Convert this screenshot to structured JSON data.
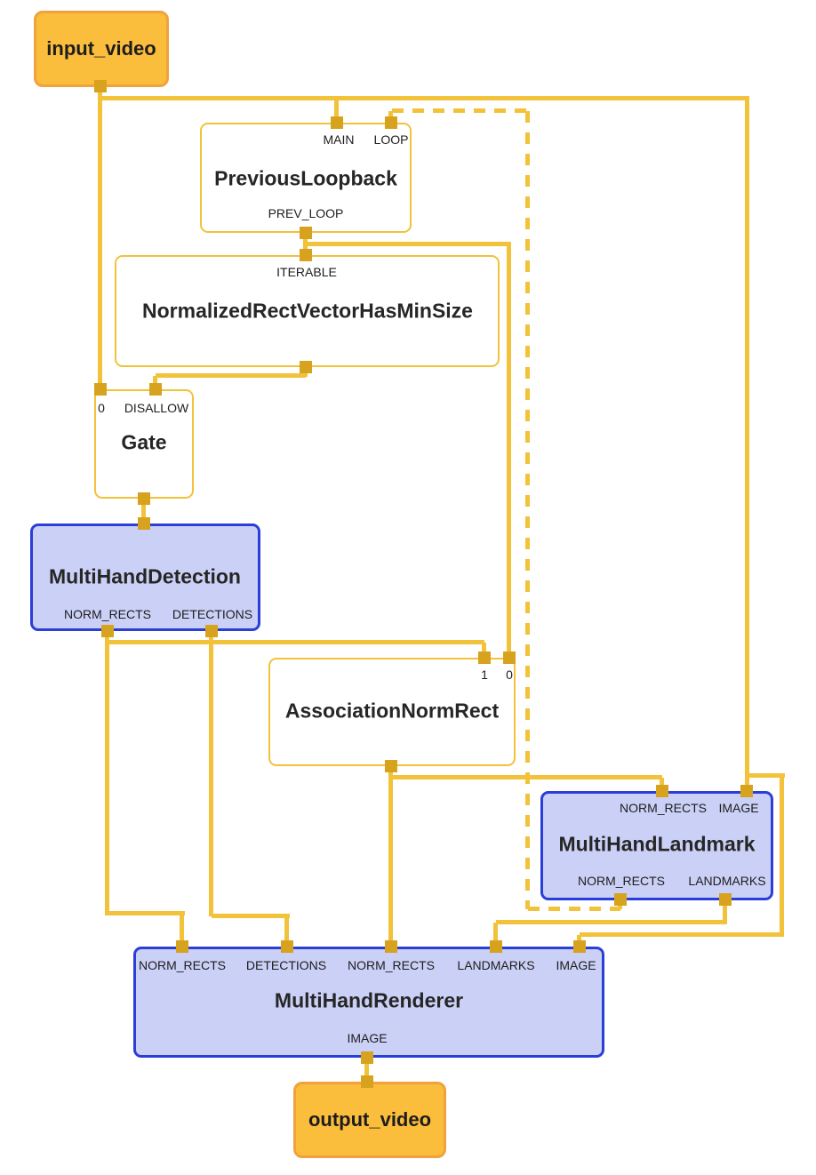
{
  "graph": {
    "terminals": {
      "input_video": {
        "label": "input_video"
      },
      "output_video": {
        "label": "output_video"
      }
    },
    "nodes": {
      "previous_loopback": {
        "title": "PreviousLoopback",
        "port_main": "MAIN",
        "port_loop": "LOOP",
        "port_prev_loop": "PREV_LOOP"
      },
      "normalized_rect_vector_has_min_size": {
        "title": "NormalizedRectVectorHasMinSize",
        "port_iterable": "ITERABLE"
      },
      "gate": {
        "title": "Gate",
        "port_0": "0",
        "port_disallow": "DISALLOW"
      },
      "multi_hand_detection": {
        "title": "MultiHandDetection",
        "port_norm_rects": "NORM_RECTS",
        "port_detections": "DETECTIONS"
      },
      "association_norm_rect": {
        "title": "AssociationNormRect",
        "port_1": "1",
        "port_0": "0"
      },
      "multi_hand_landmark": {
        "title": "MultiHandLandmark",
        "port_norm_rects_in": "NORM_RECTS",
        "port_image_in": "IMAGE",
        "port_norm_rects_out": "NORM_RECTS",
        "port_landmarks_out": "LANDMARKS"
      },
      "multi_hand_renderer": {
        "title": "MultiHandRenderer",
        "port_norm_rects_1": "NORM_RECTS",
        "port_detections": "DETECTIONS",
        "port_norm_rects_2": "NORM_RECTS",
        "port_landmarks": "LANDMARKS",
        "port_image_in": "IMAGE",
        "port_image_out": "IMAGE"
      }
    },
    "colors": {
      "edge": "#F2C23B",
      "port": "#D7A21E",
      "terminal_fill": "#FBBD3C",
      "terminal_border": "#F0A23C",
      "calculator_border": "#F2C23B",
      "subgraph_fill": "#CBD0F6",
      "subgraph_border": "#2A3ED8",
      "text": "#262626"
    },
    "edges": [
      {
        "from": "input_video",
        "to": "PreviousLoopback.MAIN",
        "style": "solid"
      },
      {
        "from": "input_video",
        "to": "Gate.0",
        "style": "solid"
      },
      {
        "from": "input_video",
        "to": "MultiHandLandmark.IMAGE",
        "style": "solid"
      },
      {
        "from": "input_video",
        "to": "MultiHandRenderer.IMAGE",
        "style": "solid"
      },
      {
        "from": "PreviousLoopback.PREV_LOOP",
        "to": "NormalizedRectVectorHasMinSize.ITERABLE",
        "style": "solid"
      },
      {
        "from": "PreviousLoopback.PREV_LOOP",
        "to": "AssociationNormRect.0",
        "style": "solid"
      },
      {
        "from": "NormalizedRectVectorHasMinSize",
        "to": "Gate.DISALLOW",
        "style": "solid"
      },
      {
        "from": "Gate",
        "to": "MultiHandDetection",
        "style": "solid"
      },
      {
        "from": "MultiHandDetection.NORM_RECTS",
        "to": "AssociationNormRect.1",
        "style": "solid"
      },
      {
        "from": "MultiHandDetection.NORM_RECTS",
        "to": "MultiHandRenderer.NORM_RECTS",
        "style": "solid"
      },
      {
        "from": "MultiHandDetection.DETECTIONS",
        "to": "MultiHandRenderer.DETECTIONS",
        "style": "solid"
      },
      {
        "from": "AssociationNormRect",
        "to": "MultiHandLandmark.NORM_RECTS",
        "style": "solid"
      },
      {
        "from": "AssociationNormRect",
        "to": "MultiHandRenderer.NORM_RECTS",
        "style": "solid"
      },
      {
        "from": "MultiHandLandmark.LANDMARKS",
        "to": "MultiHandRenderer.LANDMARKS",
        "style": "solid"
      },
      {
        "from": "MultiHandLandmark.NORM_RECTS",
        "to": "PreviousLoopback.LOOP",
        "style": "dashed"
      },
      {
        "from": "MultiHandRenderer.IMAGE",
        "to": "output_video",
        "style": "solid"
      }
    ]
  }
}
